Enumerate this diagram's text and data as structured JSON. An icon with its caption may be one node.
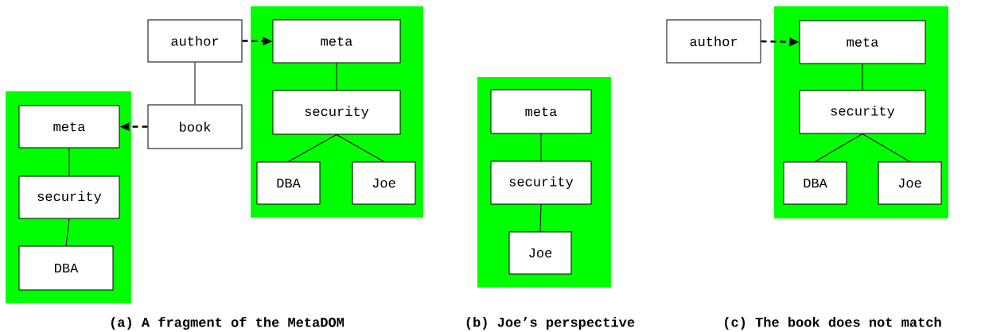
{
  "diagram": {
    "nodes": [
      {
        "text": [
          "author"
        ]
      },
      {
        "text": [
          "book"
        ]
      },
      {
        "text": [],
        "shape": "box"
      },
      {
        "text": [
          "meta"
        ],
        "in": 2
      },
      {
        "text": [
          "security"
        ],
        "in": 2
      },
      {
        "text": [
          "DBA"
        ],
        "in": 2
      },
      {
        "text": [
          "Joe"
        ],
        "in": 2
      },
      {
        "text": [],
        "shape": "box"
      },
      {
        "text": [
          "meta"
        ],
        "in": 7
      },
      {
        "text": [
          "security"
        ],
        "in": 7
      },
      {
        "text": [
          "DBA"
        ],
        "in": 7
      },
      {
        "text": [],
        "shape": "box"
      },
      {
        "text": [
          "meta"
        ],
        "in": 11
      },
      {
        "text": [
          "security"
        ],
        "in": 11
      },
      {
        "text": [
          "Joe"
        ],
        "in": 11
      },
      {
        "text": [
          "author"
        ]
      },
      {
        "text": [],
        "shape": "box"
      },
      {
        "text": [
          "meta"
        ],
        "in": 16
      },
      {
        "text": [
          "security"
        ],
        "in": 16
      },
      {
        "text": [
          "DBA"
        ],
        "in": 16
      },
      {
        "text": [
          "Joe"
        ],
        "in": 16
      }
    ],
    "edges": [
      {
        "from": 0,
        "to": 3,
        "arrow": "to",
        "style": "dashed"
      },
      {
        "from": 0,
        "to": 1,
        "arrow": "none"
      },
      {
        "from": 1,
        "to": 8,
        "arrow": "to",
        "style": "dashed"
      },
      {
        "from": 3,
        "to": 4,
        "arrow": "none"
      },
      {
        "from": 4,
        "to": 5,
        "arrow": "none"
      },
      {
        "from": 4,
        "to": 6,
        "arrow": "none"
      },
      {
        "from": 8,
        "to": 9,
        "arrow": "none"
      },
      {
        "from": 9,
        "to": 10,
        "arrow": "none"
      },
      {
        "from": 12,
        "to": 13,
        "arrow": "none"
      },
      {
        "from": 13,
        "to": 14,
        "arrow": "none"
      },
      {
        "from": 15,
        "to": 17,
        "arrow": "to",
        "style": "dashed"
      },
      {
        "from": 17,
        "to": 18,
        "arrow": "none"
      },
      {
        "from": 18,
        "to": 19,
        "arrow": "none"
      },
      {
        "from": 18,
        "to": 20,
        "arrow": "none"
      }
    ],
    "labels": [
      "(a) A fragment of the MetaDOM",
      "(b) Joe’s perspective",
      "(c) The book does not match"
    ]
  }
}
